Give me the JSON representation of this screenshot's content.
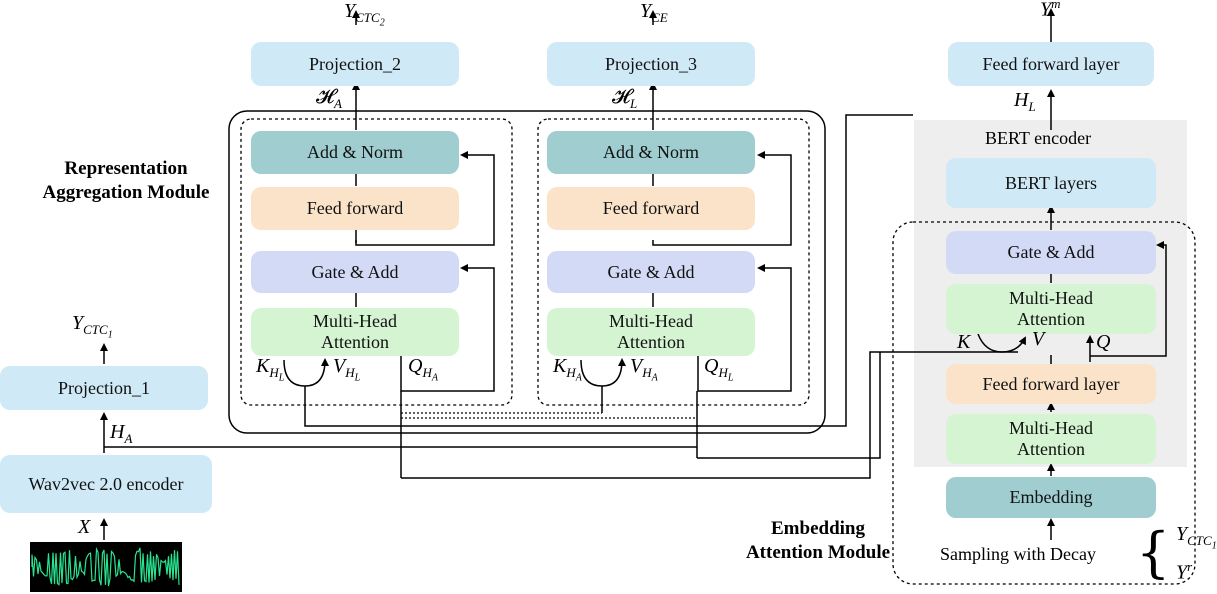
{
  "left": {
    "projection1": "Projection_1",
    "encoder": "Wav2vec 2.0 encoder",
    "label_x": "X",
    "label_ha": "H",
    "label_ha_sub": "A",
    "label_yctc1": "Y",
    "label_yctc1_sub": "CTC",
    "label_yctc1_subsub": "1"
  },
  "ram": {
    "title_line1": "Representation",
    "title_line2": "Aggregation Module",
    "block_a": {
      "projection": "Projection_2",
      "output_label": "Y",
      "output_sub": "CTC",
      "output_subsub": "2",
      "h_label": "𝓗",
      "h_sub": "A",
      "add_norm": "Add & Norm",
      "feed_forward": "Feed forward",
      "gate_add": "Gate & Add",
      "mha": "Multi-Head\nAttention",
      "k_sub": "H",
      "k_subsub": "L",
      "v_sub": "H",
      "v_subsub": "L",
      "q_sub": "H",
      "q_subsub": "A"
    },
    "block_l": {
      "projection": "Projection_3",
      "output_label": "Y",
      "output_sub": "CE",
      "h_label": "𝓗",
      "h_sub": "L",
      "add_norm": "Add & Norm",
      "feed_forward": "Feed forward",
      "gate_add": "Gate & Add",
      "mha": "Multi-Head\nAttention",
      "k_sub": "H",
      "k_subsub": "A",
      "v_sub": "H",
      "v_subsub": "A",
      "q_sub": "H",
      "q_subsub": "L"
    },
    "k": "K",
    "v": "V",
    "q": "Q"
  },
  "bert": {
    "feed_forward_layer_top": "Feed forward layer",
    "output_label": "Y",
    "output_sup": "m",
    "hl_label": "H",
    "hl_sub": "L",
    "encoder_title": "BERT encoder",
    "bert_layers": "BERT layers",
    "gate_add": "Gate & Add",
    "mha_top": "Multi-Head\nAttention",
    "k": "K",
    "v": "V",
    "q": "Q",
    "feed_forward_layer": "Feed forward layer",
    "mha_bottom": "Multi-Head\nAttention",
    "embedding": "Embedding",
    "sampling": "Sampling with Decay",
    "yctc1": "Y",
    "yctc1_sub": "CTC",
    "yctc1_subsub": "1",
    "yr": "Y",
    "yr_sup": "r"
  },
  "eam": {
    "title_line1": "Embedding",
    "title_line2": "Attention Module"
  },
  "colors": {
    "projection": "#cfe9f7",
    "add_norm": "#9fcdd0",
    "feed_forward": "#fbe3c9",
    "gate_add": "#d3daf6",
    "mha": "#d5f4d2",
    "bert_background": "#eeeeee",
    "waveform": "#27e58f"
  }
}
